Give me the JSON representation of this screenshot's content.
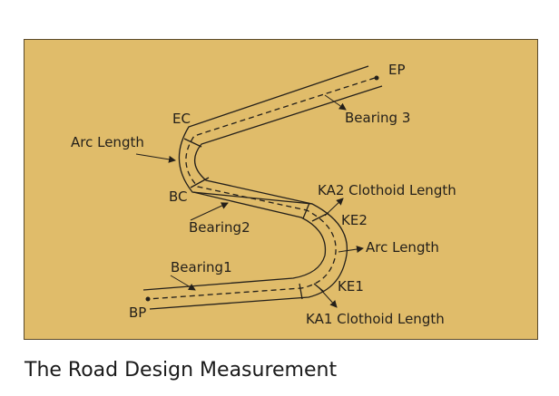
{
  "labels": {
    "ep": "EP",
    "bearing3": "Bearing 3",
    "ec": "EC",
    "arc_length_top": "Arc  Length",
    "bc": "BC",
    "bearing2": "Bearing2",
    "ka2": "KA2  Clothoid Length",
    "ke2": "KE2",
    "arc_length_right": "Arc Length",
    "bearing1": "Bearing1",
    "ke1": "KE1",
    "bp": "BP",
    "ka1": "KA1  Clothoid Length"
  },
  "title": "The Road Design Measurement",
  "colors": {
    "panel": "#E0BC6A",
    "line": "#231f1a"
  }
}
